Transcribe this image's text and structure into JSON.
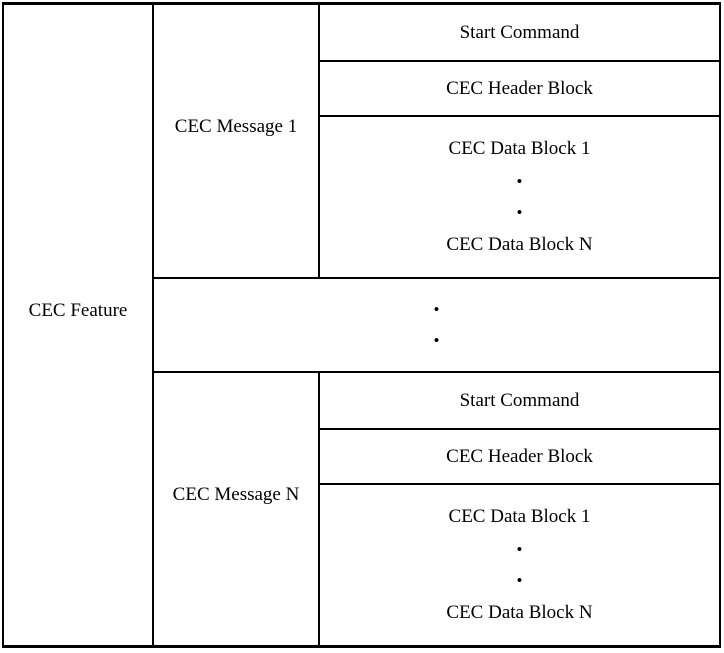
{
  "diagram": {
    "feature_label": "CEC Feature",
    "dot": "•",
    "messages": [
      {
        "label": "CEC Message 1",
        "start_command": "Start Command",
        "header_block": "CEC Header Block",
        "data_block_first": "CEC Data Block 1",
        "data_block_last": "CEC Data Block N"
      },
      {
        "label": "CEC Message N",
        "start_command": "Start Command",
        "header_block": "CEC Header Block",
        "data_block_first": "CEC Data Block 1",
        "data_block_last": "CEC Data Block N"
      }
    ],
    "colors": {
      "border": "#000000",
      "background": "#ffffff",
      "text": "#000000"
    }
  }
}
